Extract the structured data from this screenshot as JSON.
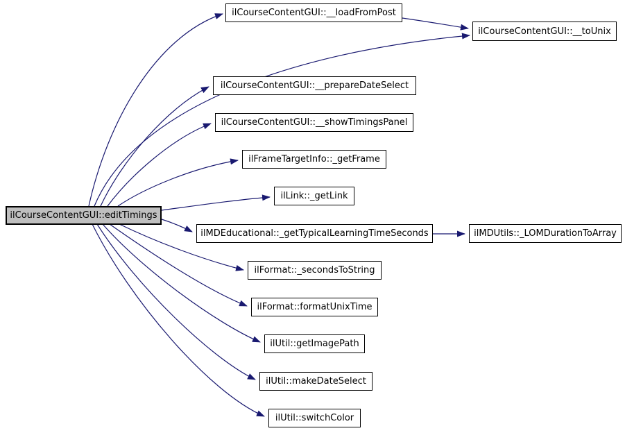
{
  "diagram": {
    "type": "call-graph",
    "colors": {
      "background": "#ffffff",
      "edge": "#191970",
      "node_fill": "#ffffff",
      "node_border": "#000000",
      "highlight_fill": "#bfbfbf"
    },
    "nodes": [
      {
        "id": "editTimings",
        "label": "ilCourseContentGUI::editTimings",
        "highlighted": true
      },
      {
        "id": "loadFromPost",
        "label": "ilCourseContentGUI::__loadFromPost",
        "highlighted": false
      },
      {
        "id": "toUnix",
        "label": "ilCourseContentGUI::__toUnix",
        "highlighted": false
      },
      {
        "id": "prepareDateSelect",
        "label": "ilCourseContentGUI::__prepareDateSelect",
        "highlighted": false
      },
      {
        "id": "showTimingsPanel",
        "label": "ilCourseContentGUI::__showTimingsPanel",
        "highlighted": false
      },
      {
        "id": "getFrame",
        "label": "ilFrameTargetInfo::_getFrame",
        "highlighted": false
      },
      {
        "id": "getLink",
        "label": "ilLink::_getLink",
        "highlighted": false
      },
      {
        "id": "getTypicalLearningTimeSeconds",
        "label": "ilMDEducational::_getTypicalLearningTimeSeconds",
        "highlighted": false
      },
      {
        "id": "LOMDurationToArray",
        "label": "ilMDUtils::_LOMDurationToArray",
        "highlighted": false
      },
      {
        "id": "secondsToString",
        "label": "ilFormat::_secondsToString",
        "highlighted": false
      },
      {
        "id": "formatUnixTime",
        "label": "ilFormat::formatUnixTime",
        "highlighted": false
      },
      {
        "id": "getImagePath",
        "label": "ilUtil::getImagePath",
        "highlighted": false
      },
      {
        "id": "makeDateSelect",
        "label": "ilUtil::makeDateSelect",
        "highlighted": false
      },
      {
        "id": "switchColor",
        "label": "ilUtil::switchColor",
        "highlighted": false
      }
    ],
    "edges": [
      {
        "from": "editTimings",
        "to": "loadFromPost"
      },
      {
        "from": "editTimings",
        "to": "toUnix"
      },
      {
        "from": "editTimings",
        "to": "prepareDateSelect"
      },
      {
        "from": "editTimings",
        "to": "showTimingsPanel"
      },
      {
        "from": "editTimings",
        "to": "getFrame"
      },
      {
        "from": "editTimings",
        "to": "getLink"
      },
      {
        "from": "editTimings",
        "to": "getTypicalLearningTimeSeconds"
      },
      {
        "from": "editTimings",
        "to": "secondsToString"
      },
      {
        "from": "editTimings",
        "to": "formatUnixTime"
      },
      {
        "from": "editTimings",
        "to": "getImagePath"
      },
      {
        "from": "editTimings",
        "to": "makeDateSelect"
      },
      {
        "from": "editTimings",
        "to": "switchColor"
      },
      {
        "from": "loadFromPost",
        "to": "toUnix"
      },
      {
        "from": "getTypicalLearningTimeSeconds",
        "to": "LOMDurationToArray"
      }
    ]
  }
}
